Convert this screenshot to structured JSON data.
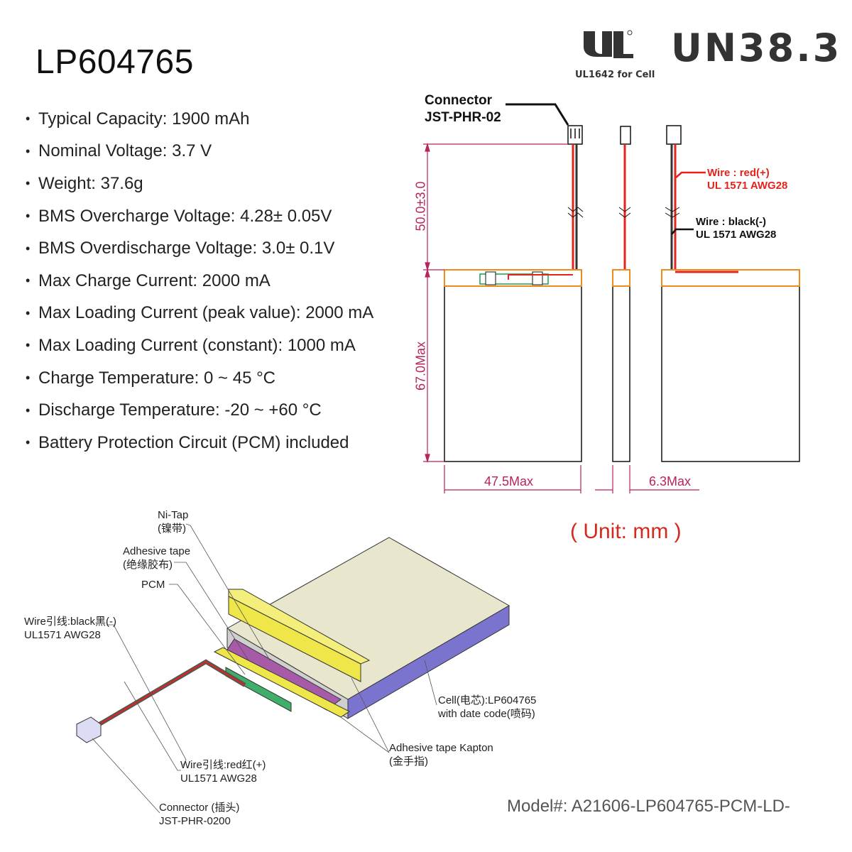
{
  "title": "LP604765",
  "certifications": {
    "ul_logo": "UL recognized component mark",
    "ul_caption": "UL1642 for Cell",
    "un": "UN38.3"
  },
  "specs": [
    "Typical Capacity: 1900 mAh",
    "Nominal Voltage: 3.7 V",
    "Weight: 37.6g",
    "BMS Overcharge Voltage: 4.28± 0.05V",
    "BMS Overdischarge Voltage: 3.0± 0.1V",
    "Max Charge Current: 2000 mA",
    "Max Loading Current (peak value): 2000 mA",
    "Max Loading Current (constant): 1000 mA",
    "Charge Temperature: 0 ~ 45 °C",
    "Discharge Temperature: -20 ~ +60 °C",
    "Battery Protection Circuit (PCM) included"
  ],
  "drawing": {
    "connector_line1": "Connector",
    "connector_line2": "JST-PHR-02",
    "wire_red_line1": "Wire : red(+)",
    "wire_red_line2": "UL 1571 AWG28",
    "wire_black_line1": "Wire : black(-)",
    "wire_black_line2": "UL 1571 AWG28",
    "dim_lead": "50.0±3.0",
    "dim_height": "67.0Max",
    "dim_width": "47.5Max",
    "dim_thickness": "6.3Max",
    "unit": "( Unit: mm )",
    "colors": {
      "dimension": "#b8225f",
      "red_wire": "#e3241b",
      "outline_top": "#f08a1c",
      "pcm": "#1aa04a"
    }
  },
  "exploded": {
    "ni_tap": [
      "Ni-Tap",
      "(镍带)"
    ],
    "adhesive_tape": [
      "Adhesive tape",
      "(绝缘胶布)"
    ],
    "pcm": "PCM",
    "wire_black": [
      "Wire引线:black黑(-)",
      "UL1571 AWG28"
    ],
    "wire_red": [
      "Wire引线:red红(+)",
      "UL1571 AWG28"
    ],
    "connector": [
      "Connector (插头)",
      "JST-PHR-0200"
    ],
    "cell": [
      "Cell(电芯):LP604765",
      "with date code(喷码)"
    ],
    "kapton": [
      "Adhesive tape Kapton",
      "(金手指)"
    ],
    "colors": {
      "cell_top": "#e8e6cc",
      "cell_side": "#7b74cf",
      "tape": "#efe64a",
      "pcm_body": "#a75aa8",
      "pcb": "#3fae6a"
    }
  },
  "model": "Model#: A21606-LP604765-PCM-LD-"
}
